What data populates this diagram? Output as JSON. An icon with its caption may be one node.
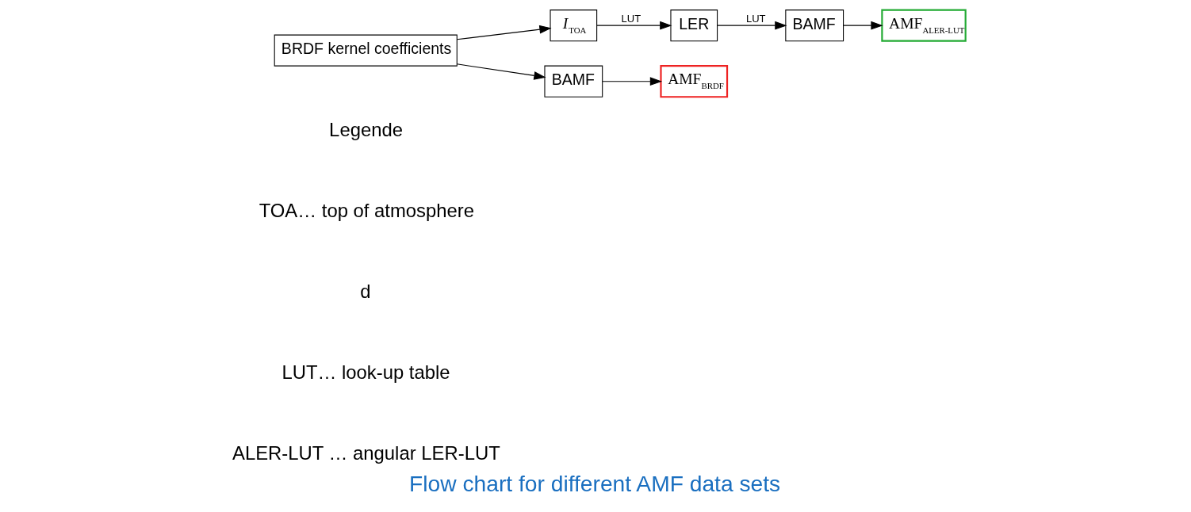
{
  "diagram": {
    "caption": "Flow chart for different AMF data sets",
    "nodes": [
      {
        "text": [
          "BRDF kernel coefficients"
        ]
      },
      {
        "text": [
          "*I*$_{TOA}$"
        ]
      },
      {
        "text": [
          "LER"
        ]
      },
      {
        "text": [
          "BAMF"
        ]
      },
      {
        "text": [
          "AMF$_{ALER-LUT}$"
        ]
      },
      {
        "text": [
          "BAMF"
        ]
      },
      {
        "text": [
          "AMF$_{BRDF}$"
        ]
      }
    ],
    "edges": [
      {
        "from": 0,
        "to": 1,
        "arrow": "to"
      },
      {
        "from": 1,
        "to": 2,
        "arrow": "to",
        "label": "LUT"
      },
      {
        "from": 2,
        "to": 3,
        "arrow": "to",
        "label": "LUT"
      },
      {
        "from": 3,
        "to": 4,
        "arrow": "to"
      },
      {
        "from": 0,
        "to": 5,
        "arrow": "to"
      },
      {
        "from": 5,
        "to": 6,
        "arrow": "to"
      }
    ],
    "labels": [
      "Legende",
      "TOA… top of atmosphere",
      "d",
      "LUT… look-up table",
      "ALER-LUT … angular LER-LUT"
    ]
  }
}
